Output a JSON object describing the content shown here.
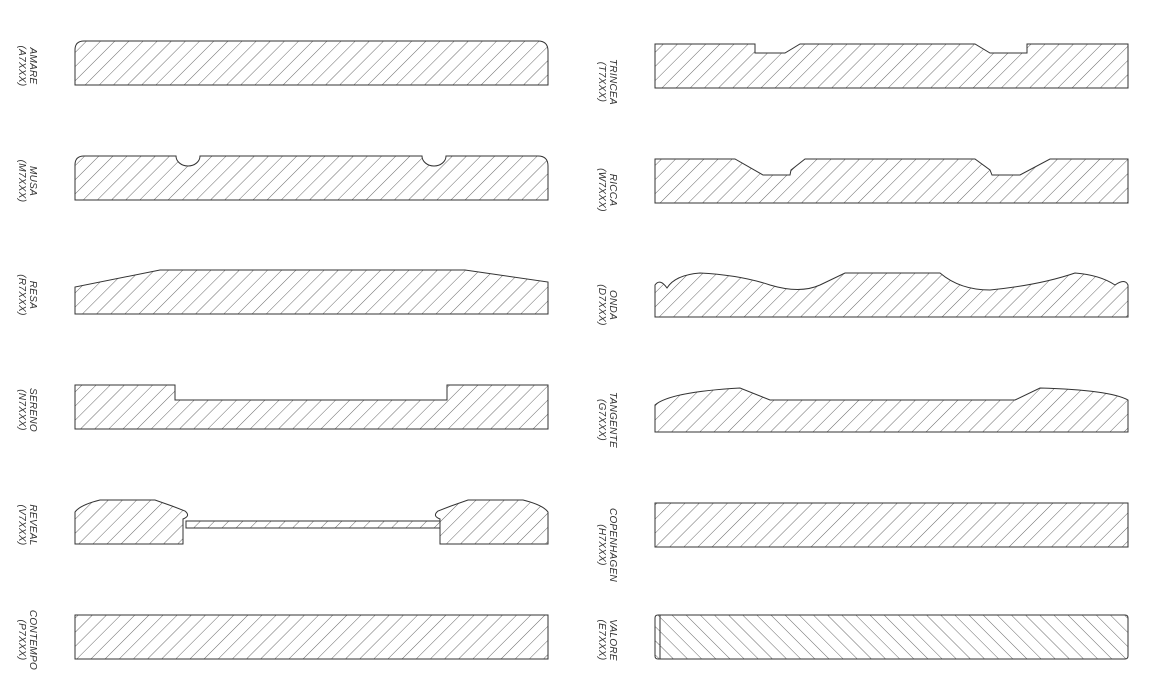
{
  "profiles": [
    {
      "id": "amare",
      "name": "AMARE",
      "code": "(A7XXX)"
    },
    {
      "id": "musa",
      "name": "MUSA",
      "code": "(M7XXX)"
    },
    {
      "id": "resa",
      "name": "RESA",
      "code": "(R7XXX)"
    },
    {
      "id": "sereno",
      "name": "SERENO",
      "code": "(N7XXX)"
    },
    {
      "id": "reveal",
      "name": "REVEAL",
      "code": "(V7XXX)"
    },
    {
      "id": "contempo",
      "name": "CONTEMPO",
      "code": "(P7XXX)"
    },
    {
      "id": "trincea",
      "name": "TRINCEA",
      "code": "(T7XXX)"
    },
    {
      "id": "ricca",
      "name": "RICCA",
      "code": "(W7XXX)"
    },
    {
      "id": "onda",
      "name": "ONDA",
      "code": "(D7XXX)"
    },
    {
      "id": "tangente",
      "name": "TANGENTE",
      "code": "(G7XXX)"
    },
    {
      "id": "copenhagen",
      "name": "COPENHAGEN",
      "code": "(H7XXX)"
    },
    {
      "id": "valore",
      "name": "VALORE",
      "code": "(E7XXX)"
    }
  ],
  "colors": {
    "stroke": "#333333",
    "background": "#ffffff"
  }
}
